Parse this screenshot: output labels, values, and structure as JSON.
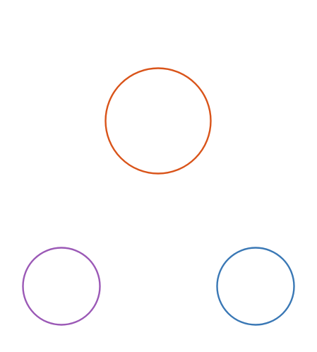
{
  "diagram": {
    "background": "#ffffff",
    "nodes": [
      {
        "id": "top",
        "color": "#d9541a"
      },
      {
        "id": "bottom-left",
        "color": "#9b59b6"
      },
      {
        "id": "bottom-right",
        "color": "#3a78b5"
      }
    ]
  }
}
